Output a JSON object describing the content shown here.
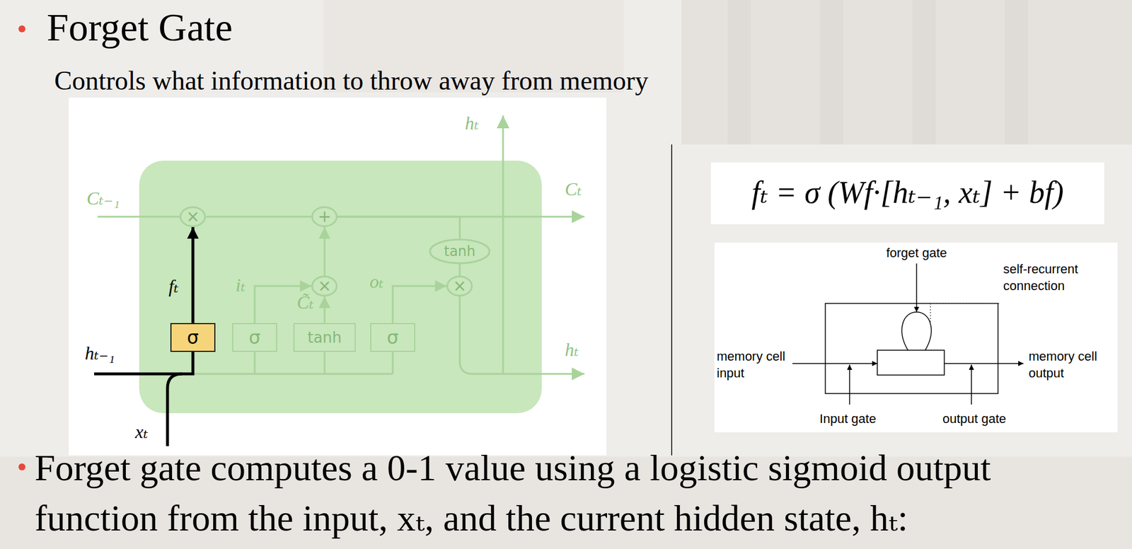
{
  "diagram": {
    "title": "Forget Gate",
    "nodes": [
      {
        "text": [
          "×"
        ]
      },
      {
        "text": [
          "+"
        ]
      },
      {
        "text": [
          "tanh"
        ]
      },
      {
        "text": [
          "×"
        ]
      },
      {
        "text": [
          "×"
        ]
      },
      {
        "text": [
          "σ"
        ]
      },
      {
        "text": [
          "σ"
        ]
      },
      {
        "text": [
          "tanh"
        ]
      },
      {
        "text": [
          "σ"
        ]
      }
    ],
    "edges": [
      {
        "from": 5,
        "to": 0,
        "arrow": "to",
        "label": "fₜ"
      },
      {
        "from": 6,
        "to": 3,
        "arrow": "to",
        "label": "iₜ"
      },
      {
        "from": 7,
        "to": 3,
        "arrow": "to",
        "label": "C̃ₜ"
      },
      {
        "from": 8,
        "to": 4,
        "arrow": "to",
        "label": "oₜ"
      },
      {
        "from": 2,
        "to": 4,
        "arrow": "none"
      },
      {
        "from": 3,
        "to": 1,
        "arrow": "to"
      },
      {
        "from": 0,
        "to": 1,
        "arrow": "none"
      },
      {
        "from": 1,
        "to": 2,
        "arrow": "none"
      }
    ],
    "labels": [
      "Controls what information to throw away from memory",
      "hₜ",
      "Cₜ₋₁",
      "Cₜ",
      "hₜ₋₁",
      "hₜ",
      "xₜ",
      "fₜ = σ (Wf·[hₜ₋₁, xₜ] + bf)",
      "forget gate",
      "self-recurrent connection",
      "memory cell input",
      "memory cell output",
      "Input gate",
      "output gate",
      "Forget gate computes a 0-1 value using a logistic sigmoid output function from the input, xₜ, and the current hidden state, hₜ:"
    ]
  }
}
